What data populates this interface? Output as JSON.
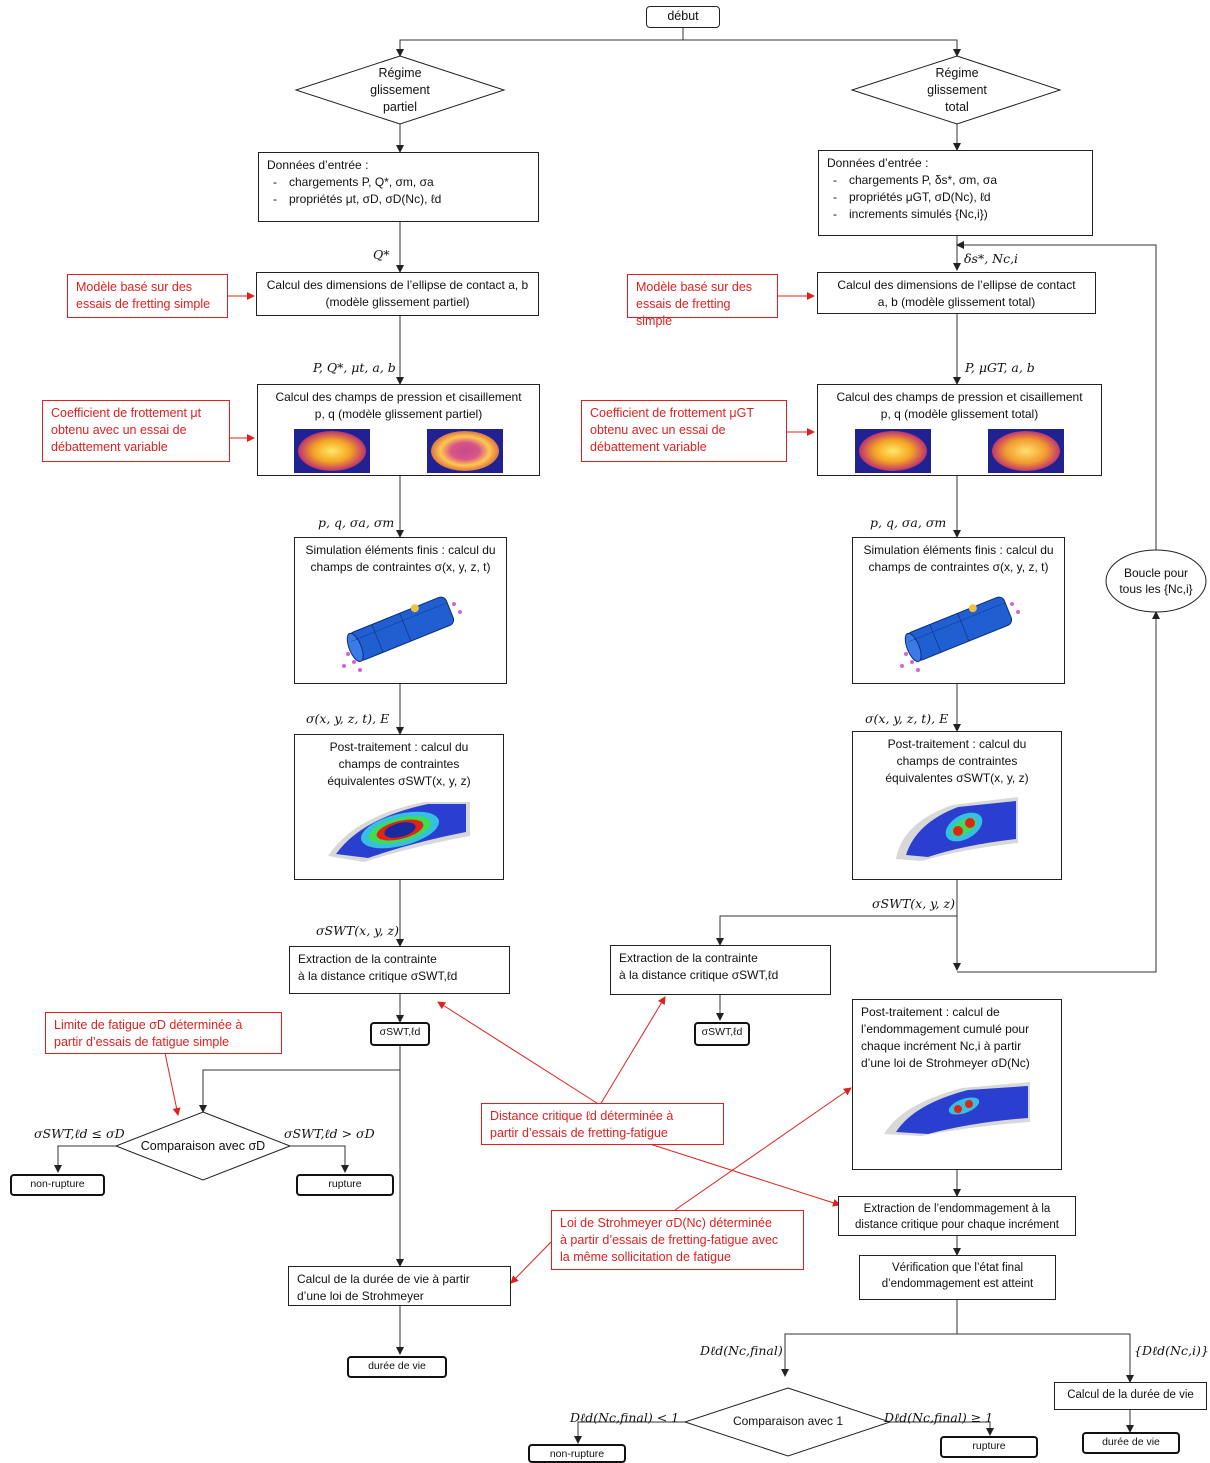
{
  "start": "début",
  "left": {
    "regime": [
      "Régime",
      "glissement",
      "partiel"
    ],
    "inputs_title": "Données d’entrée :",
    "inputs_load": "chargements P, Q*, σm, σa",
    "inputs_props": "propriétés μt, σD, σD(Nc), ℓd",
    "q_label": "Q*",
    "ellipse": [
      "Calcul des dimensions de l’ellipse de contact a, b",
      "(modèle glissement partiel)"
    ],
    "note_model": [
      "Modèle basé sur des",
      "essais de fretting simple"
    ],
    "params_label": "P, Q*, μt, a, b",
    "fields": [
      "Calcul des champs de pression et cisaillement",
      "p, q (modèle glissement partiel)"
    ],
    "note_friction": [
      "Coefficient de frottement μt",
      "obtenu avec un essai de",
      "débattement variable"
    ],
    "fe_label": "p, q, σa, σm",
    "fe": [
      "Simulation éléments finis : calcul du",
      "champs de contraintes σ(x, y, z, t)"
    ],
    "post_label": "σ(x, y, z, t), E",
    "post": [
      "Post-traitement : calcul du",
      "champs de contraintes",
      "équivalentes σSWT(x, y, z)"
    ],
    "swt_label": "σSWT(x, y, z)",
    "extract": [
      "Extraction de la contrainte",
      "à la distance critique σSWT,ℓd"
    ],
    "extract_out": "σSWT,ℓd",
    "note_fatigue": [
      "Limite de fatigue σD déterminée à",
      "partir d’essais de fatigue simple"
    ],
    "compare": "Comparaison avec σD",
    "cond_left": "σSWT,ℓd ≤ σD",
    "cond_right": "σSWT,ℓd > σD",
    "non_rupture": "non-rupture",
    "rupture": "rupture",
    "life_calc": [
      "Calcul de la durée de vie à partir",
      "d’une loi de Strohmeyer"
    ],
    "life": "durée de vie"
  },
  "right": {
    "regime": [
      "Régime",
      "glissement",
      "total"
    ],
    "inputs_title": "Données d’entrée :",
    "inputs_load": "chargements P, δs*, σm, σa",
    "inputs_props": "propriétés μGT, σD(Nc), ℓd",
    "inputs_incr": "increments simulés {Nc,i})",
    "q_label": "δs*, Nc,i",
    "ellipse": [
      "Calcul des dimensions de l’ellipse de contact",
      "a, b (modèle glissement total)"
    ],
    "note_model": [
      "Modèle basé sur des",
      "essais de fretting simple"
    ],
    "params_label": "P, μGT, a, b",
    "fields": [
      "Calcul des champs de pression et cisaillement",
      "p, q (modèle glissement total)"
    ],
    "note_friction": [
      "Coefficient de frottement μGT",
      "obtenu avec un essai de",
      "débattement variable"
    ],
    "fe_label": "p, q, σa, σm",
    "fe": [
      "Simulation éléments finis : calcul du",
      "champs de contraintes σ(x, y, z, t)"
    ],
    "post_label": "σ(x, y, z, t), E",
    "post": [
      "Post-traitement : calcul du",
      "champs de contraintes",
      "équivalentes σSWT(x, y, z)"
    ],
    "swt_label": "σSWT(x, y, z)",
    "loop": [
      "Boucle pour",
      "tous les {Nc,i}"
    ],
    "extract": [
      "Extraction de la contrainte",
      "à la distance critique σSWT,ℓd"
    ],
    "extract_out": "σSWT,ℓd",
    "damage": [
      "Post-traitement : calcul de",
      "l’endommagement cumulé pour",
      "chaque incrément Nc,i à partir",
      "d’une loi de Strohmeyer σD(Nc)"
    ],
    "damage_extract": [
      "Extraction de l’endommagement à la",
      "distance critique pour chaque incrément"
    ],
    "verify": [
      "Vérification que l’état final",
      "d’endommagement est atteint"
    ],
    "d_final": "Dℓd(Nc,final)",
    "d_all": "{Dℓd(Nc,i)}",
    "compare": "Comparaison avec 1",
    "cond_left": "Dℓd(Nc,final) < 1",
    "cond_right": "Dℓd(Nc,final) ≥ 1",
    "non_rupture": "non-rupture",
    "rupture": "rupture",
    "life_calc": "Calcul de la durée de vie",
    "life": "durée de vie"
  },
  "note_distance": [
    "Distance critique ℓd déterminée à",
    "partir d’essais de fretting-fatigue"
  ],
  "note_strohmeyer": [
    "Loi de Strohmeyer σD(Nc) déterminée",
    "à partir d’essais de fretting-fatigue avec",
    "la même sollicitation de fatigue"
  ],
  "colors": {
    "annotation": "#e02020",
    "line": "#333333",
    "fe_blue": "#1f5fd1"
  }
}
